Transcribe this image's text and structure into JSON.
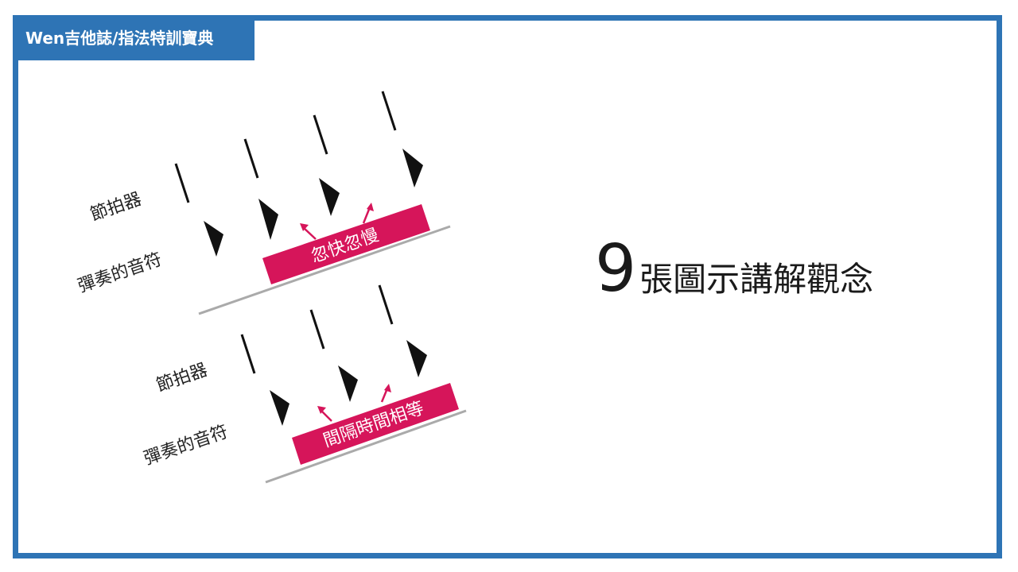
{
  "brand": {
    "title": "Wen吉他誌/指法特訓寶典"
  },
  "diagram": {
    "top": {
      "metronome_label": "節拍器",
      "notes_label": "彈奏的音符",
      "bar_text": "忽快忽慢"
    },
    "bottom": {
      "metronome_label": "節拍器",
      "notes_label": "彈奏的音符",
      "bar_text": "間隔時間相等"
    },
    "colors": {
      "accent": "#d6155a",
      "line": "#aaaaaa",
      "ink": "#111111"
    }
  },
  "headline": {
    "number": "9",
    "text": "張圖示講解觀念"
  }
}
